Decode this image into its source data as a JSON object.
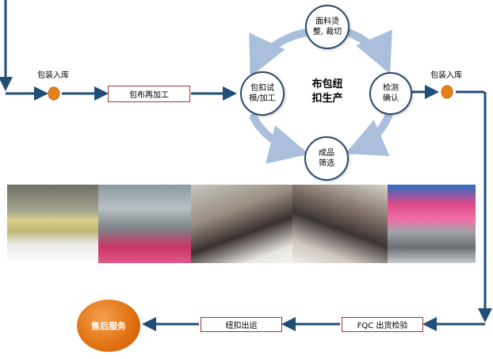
{
  "flow": {
    "pack_store_left": "包装入库",
    "rework_box": "包布再加工",
    "pack_store_right": "包装入库",
    "fqc_box": "FQC 出货检验",
    "ship_box": "纽扣出运",
    "after_sales": "售后服务"
  },
  "cycle": {
    "center_line1": "布包纽",
    "center_line2": "扣生产",
    "top_line1": "面料烫",
    "top_line2": "整, 裁切",
    "right_line1": "检测",
    "right_line2": "确认",
    "bottom_line1": "成品",
    "bottom_line2": "筛选",
    "left_line1": "包扣试",
    "left_line2": "模/加工"
  },
  "colors": {
    "flow_line": "#1f4e79",
    "box_border": "#b03030",
    "cycle_arrow": "#a9bfdc",
    "orange": "#e8801a"
  }
}
